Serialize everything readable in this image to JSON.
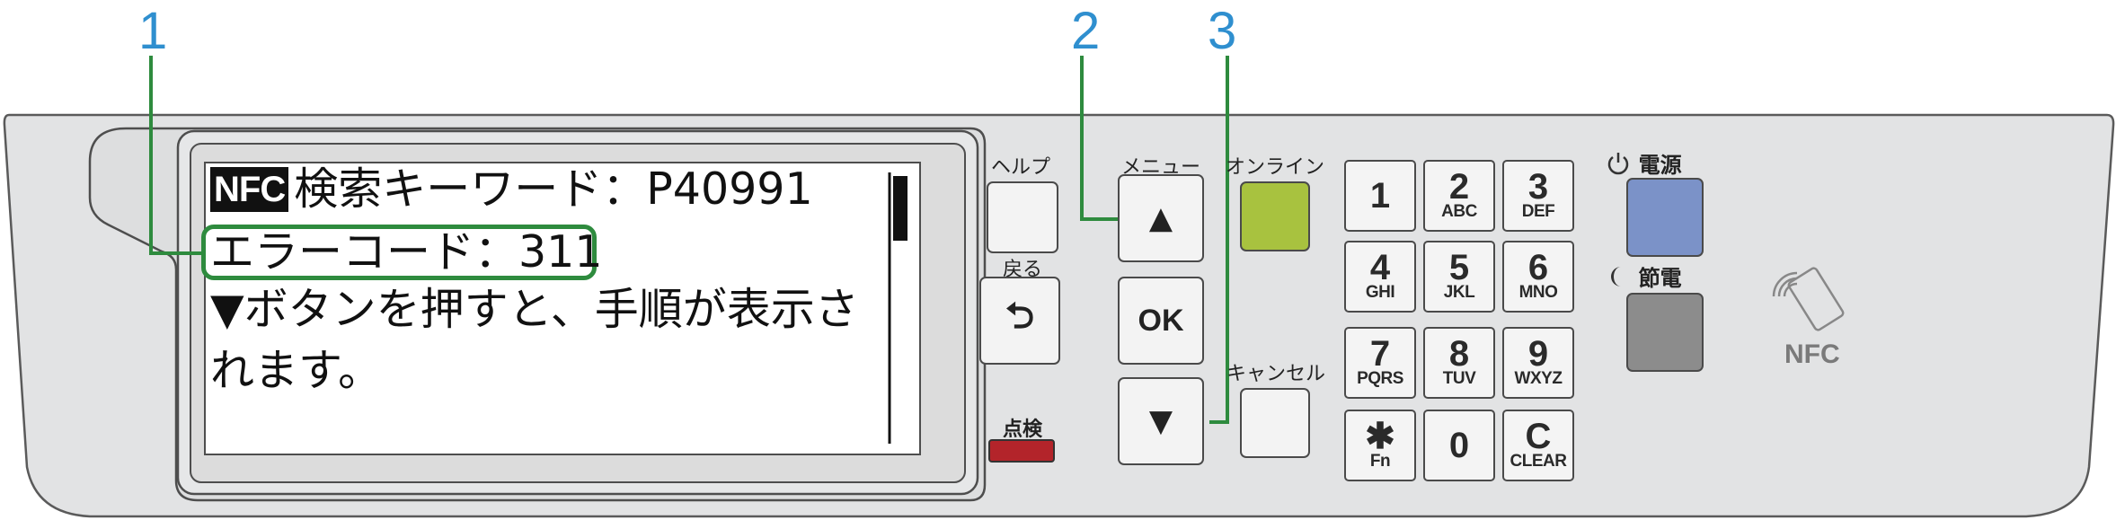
{
  "callouts": [
    "1",
    "2",
    "3"
  ],
  "lcd": {
    "badge": "NFC",
    "line1": "検索キーワード：P40991",
    "line2": "エラーコード：311",
    "line3": "▼ボタンを押すと、手順が表示さ",
    "line4": "れます。"
  },
  "labels": {
    "help": "ヘルプ",
    "back": "戻る",
    "check": "点検",
    "menu": "メニュー",
    "online": "オンライン",
    "cancel": "キャンセル",
    "power": "電源",
    "saving": "節電",
    "nfc": "NFC"
  },
  "buttons": {
    "up": "▲",
    "ok": "OK",
    "down": "▼",
    "back_glyph": "⮌"
  },
  "keypad": [
    {
      "big": "1",
      "sm": ""
    },
    {
      "big": "2",
      "sm": "ABC"
    },
    {
      "big": "3",
      "sm": "DEF"
    },
    {
      "big": "4",
      "sm": "GHI"
    },
    {
      "big": "5",
      "sm": "JKL"
    },
    {
      "big": "6",
      "sm": "MNO"
    },
    {
      "big": "7",
      "sm": "PQRS"
    },
    {
      "big": "8",
      "sm": "TUV"
    },
    {
      "big": "9",
      "sm": "WXYZ"
    },
    {
      "big": "✱",
      "sm": "Fn"
    },
    {
      "big": "0",
      "sm": ""
    },
    {
      "big": "C",
      "sm": "CLEAR"
    }
  ],
  "colors": {
    "callout": "#2f8fcf",
    "leader": "#2e8b3e",
    "online": "#a8c23f",
    "power": "#7b92c8",
    "saving": "#8c8c8c",
    "check": "#b3242a"
  }
}
